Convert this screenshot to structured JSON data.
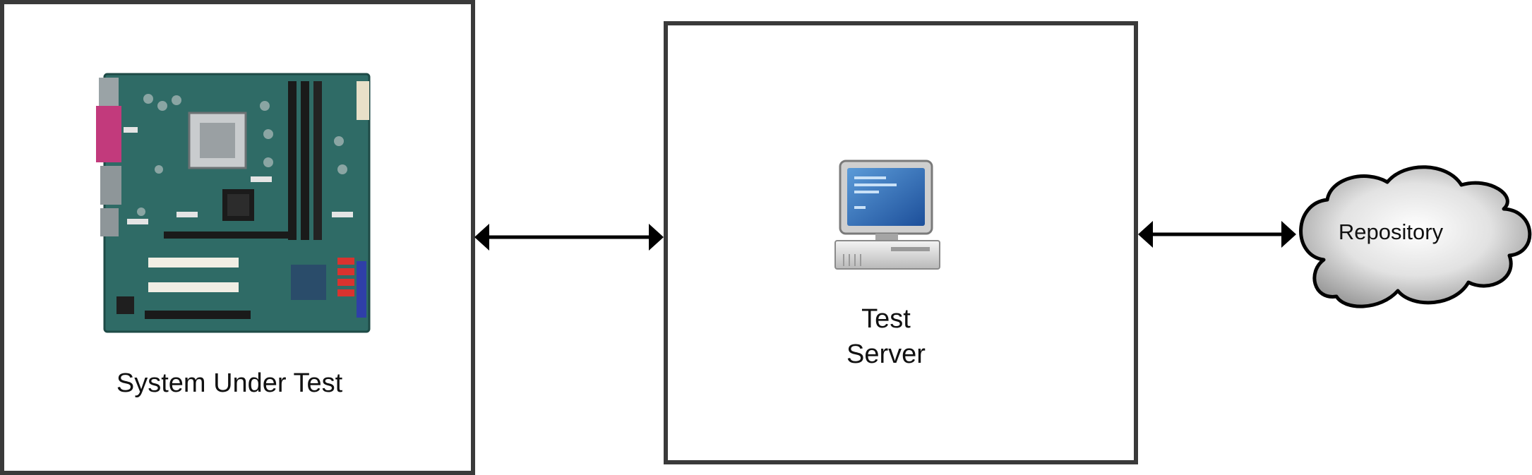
{
  "diagram": {
    "system_under_test": {
      "label": "System Under Test",
      "image": "motherboard"
    },
    "test_server": {
      "label_line1": "Test",
      "label_line2": "Server",
      "icon": "computer-icon"
    },
    "repository": {
      "label": "Repository",
      "shape": "cloud"
    },
    "connections": [
      {
        "from": "System Under Test",
        "to": "Test Server",
        "direction": "bidirectional"
      },
      {
        "from": "Test Server",
        "to": "Repository",
        "direction": "bidirectional"
      }
    ],
    "colors": {
      "box_border": "#3a3a3a",
      "arrow": "#000000",
      "board": "#2f6b66",
      "cloud_fill": "#bdbdbd"
    }
  }
}
